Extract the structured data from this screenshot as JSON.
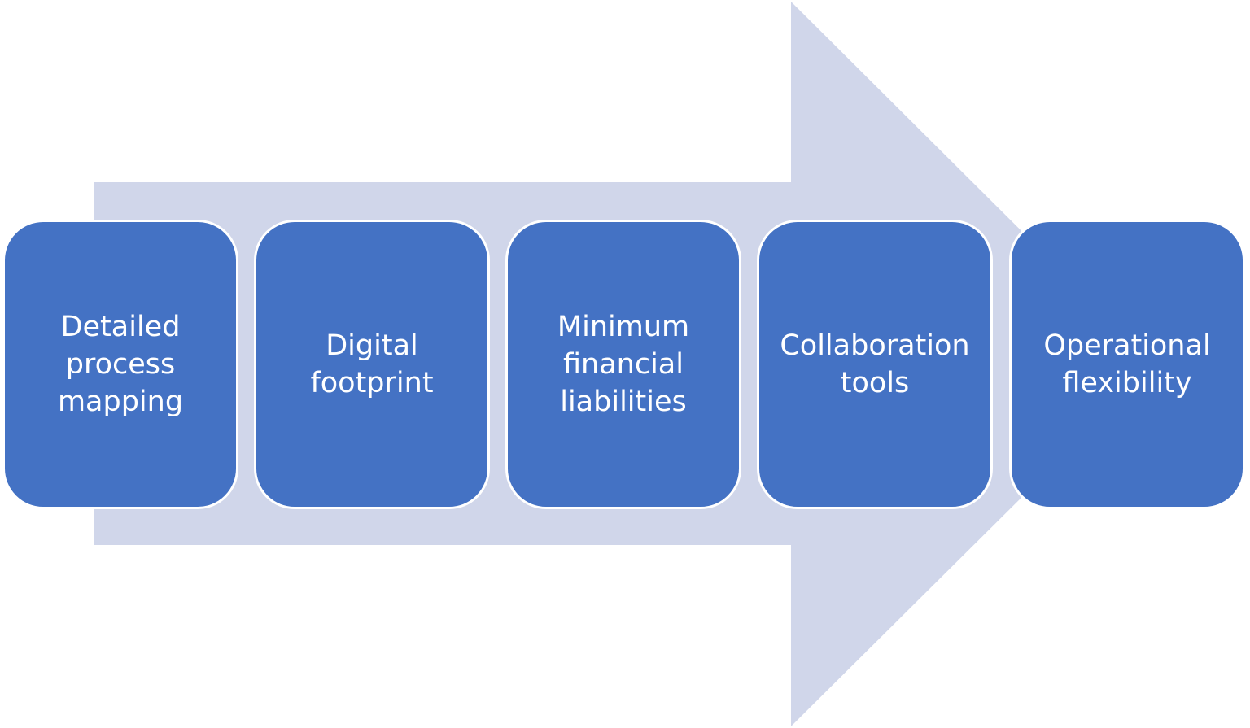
{
  "colors": {
    "arrow_fill": "#d0d6ea",
    "box_fill": "#4472c4",
    "box_border": "#ffffff",
    "text": "#ffffff"
  },
  "steps": [
    {
      "line1": "Detailed",
      "line2": "process",
      "line3": "mapping"
    },
    {
      "line1": "Digital",
      "line2": "footprint",
      "line3": ""
    },
    {
      "line1": "Minimum",
      "line2": "financial",
      "line3": "liabilities"
    },
    {
      "line1": "Collaboration",
      "line2": "tools",
      "line3": ""
    },
    {
      "line1": "Operational",
      "line2": "flexibility",
      "line3": ""
    }
  ]
}
